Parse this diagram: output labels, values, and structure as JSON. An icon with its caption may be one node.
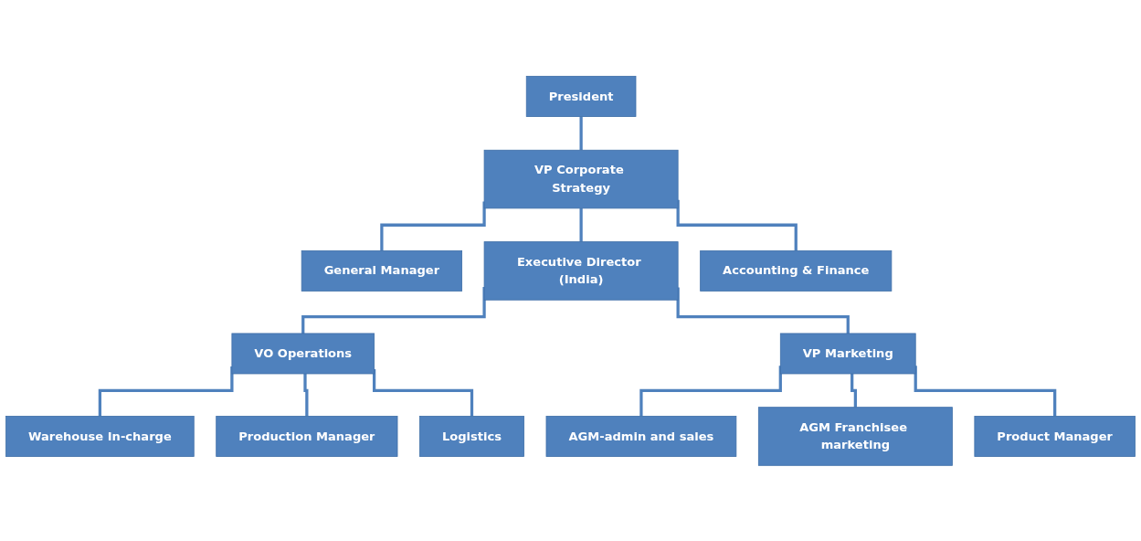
{
  "diagram": {
    "nodes": [
      {
        "text": [
          "President"
        ]
      },
      {
        "text": [
          "VP Corporate Strategy"
        ]
      },
      {
        "text": [
          "General Manager"
        ]
      },
      {
        "text": [
          "Executive Director (India)"
        ]
      },
      {
        "text": [
          "Accounting & Finance"
        ]
      },
      {
        "text": [
          "VO Operations"
        ]
      },
      {
        "text": [
          "VP Marketing"
        ]
      },
      {
        "text": [
          "Warehouse In-charge"
        ]
      },
      {
        "text": [
          "Production Manager"
        ]
      },
      {
        "text": [
          "Logistics"
        ]
      },
      {
        "text": [
          "AGM-admin and sales"
        ]
      },
      {
        "text": [
          "AGM Franchisee marketing"
        ]
      },
      {
        "text": [
          "Product Manager"
        ]
      }
    ],
    "edges": [
      {
        "from": 0,
        "to": 1,
        "arrow": "none"
      },
      {
        "from": 1,
        "to": 2,
        "arrow": "none"
      },
      {
        "from": 1,
        "to": 3,
        "arrow": "none"
      },
      {
        "from": 1,
        "to": 4,
        "arrow": "none"
      },
      {
        "from": 3,
        "to": 5,
        "arrow": "none"
      },
      {
        "from": 3,
        "to": 6,
        "arrow": "none"
      },
      {
        "from": 5,
        "to": 7,
        "arrow": "none"
      },
      {
        "from": 5,
        "to": 8,
        "arrow": "none"
      },
      {
        "from": 5,
        "to": 9,
        "arrow": "none"
      },
      {
        "from": 6,
        "to": 10,
        "arrow": "none"
      },
      {
        "from": 6,
        "to": 11,
        "arrow": "none"
      },
      {
        "from": 6,
        "to": 12,
        "arrow": "none"
      }
    ]
  }
}
